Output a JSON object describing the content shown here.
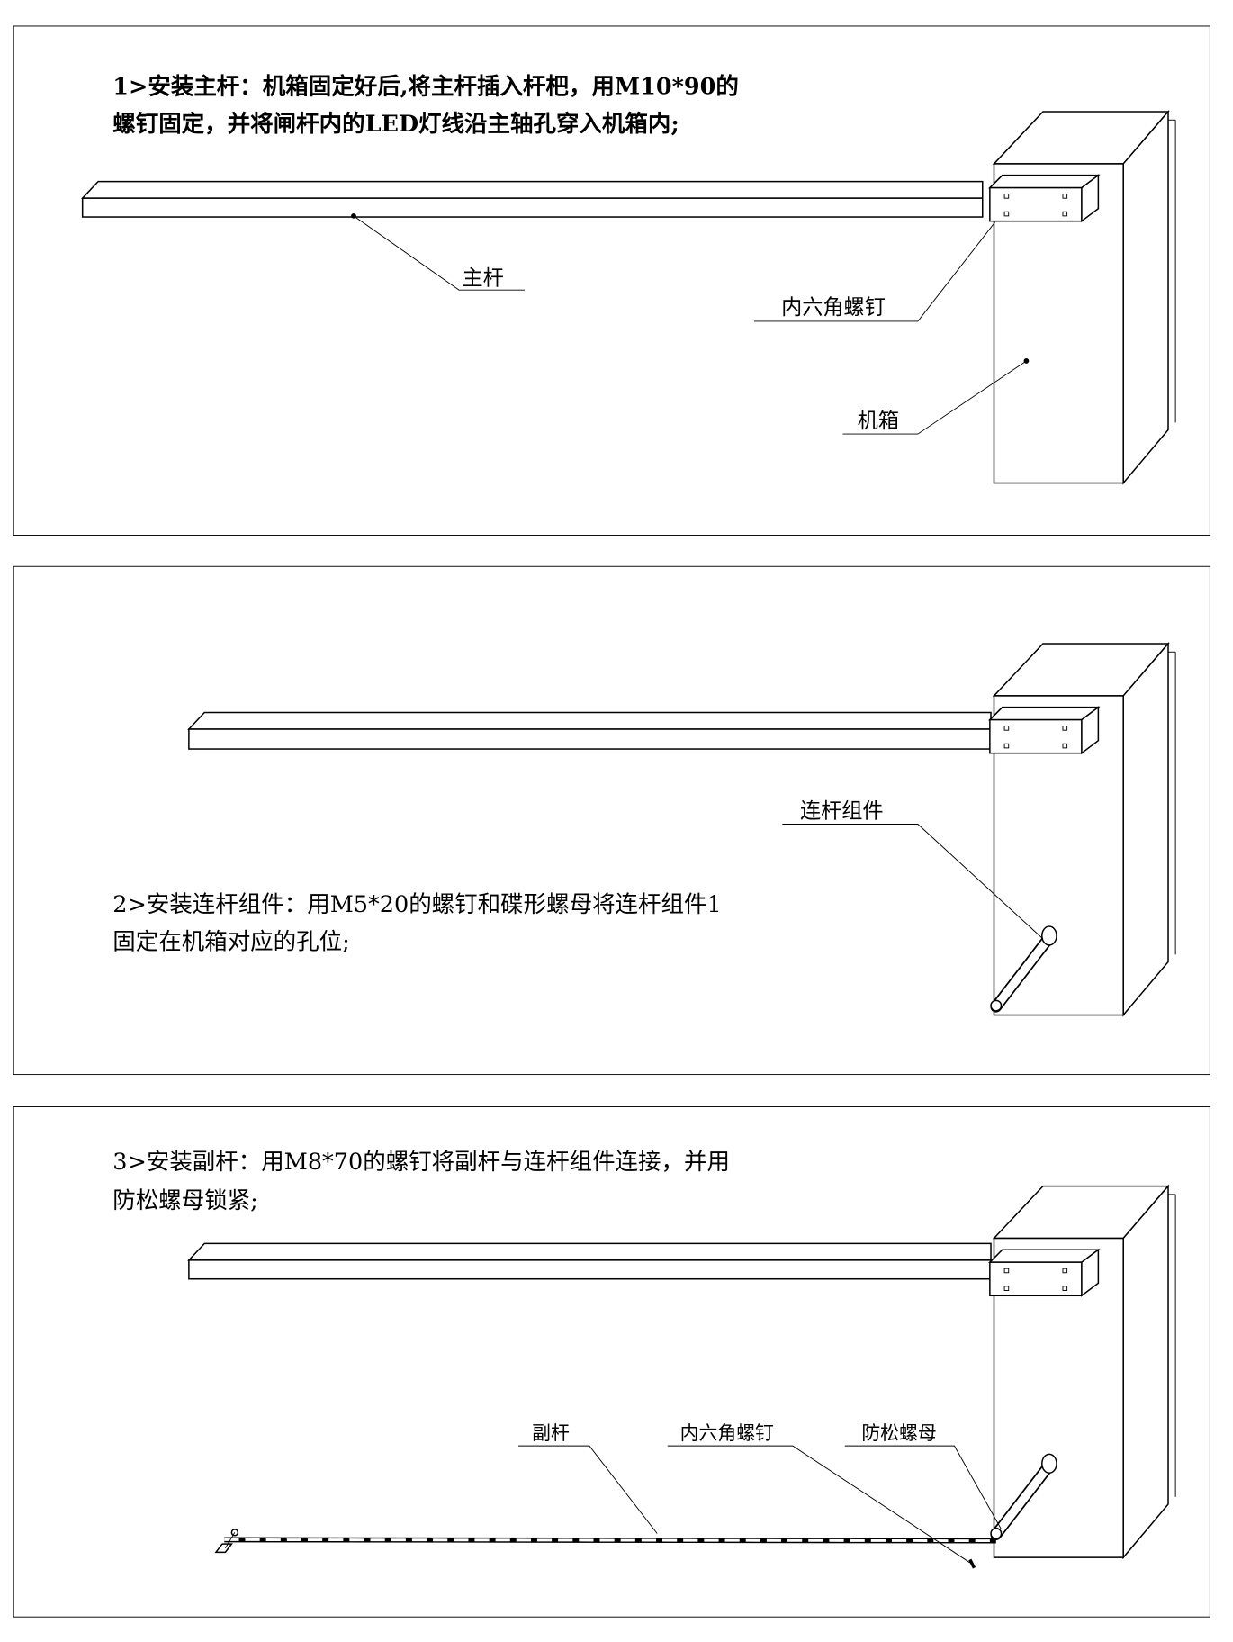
{
  "step1": {
    "line1": "1>安装主杆：机箱固定好后,将主杆插入杆杷，用M10*90的",
    "line2": "螺钉固定，并将闸杆内的LED灯线沿主轴孔穿入机箱内;",
    "labels": {
      "main_pole": "主杆",
      "hex_screw": "内六角螺钉",
      "cabinet": "机箱"
    }
  },
  "step2": {
    "line1": "2>安装连杆组件：用M5*20的螺钉和碟形螺母将连杆组件1",
    "line2": "固定在机箱对应的孔位;",
    "labels": {
      "linkage": "连杆组件"
    }
  },
  "step3": {
    "line1": "3>安装副杆：用M8*70的螺钉将副杆与连杆组件连接，并用",
    "line2": "防松螺母锁紧;",
    "labels": {
      "sub_pole": "副杆",
      "hex_screw": "内六角螺钉",
      "lock_nut": "防松螺母"
    }
  }
}
